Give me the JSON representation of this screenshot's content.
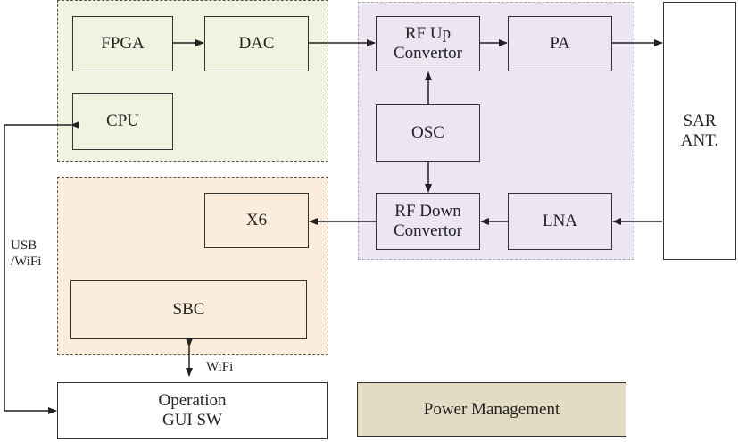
{
  "blocks": {
    "fpga": "FPGA",
    "dac": "DAC",
    "cpu": "CPU",
    "rf_up": "RF Up\nConvertor",
    "pa": "PA",
    "osc": "OSC",
    "rf_down": "RF Down\nConvertor",
    "lna": "LNA",
    "x6": "X6",
    "sbc": "SBC",
    "sar_ant": "SAR\nANT.",
    "operation_gui": "Operation\nGUI SW",
    "power_management": "Power Management"
  },
  "labels": {
    "usb_wifi": "USB\n/WiFi",
    "wifi": "WiFi"
  },
  "colors": {
    "green_fill": "#eef4e0",
    "purple_fill": "#ece6f3",
    "peach_fill": "#fbecdb",
    "tan_fill": "#e3dcc4"
  }
}
